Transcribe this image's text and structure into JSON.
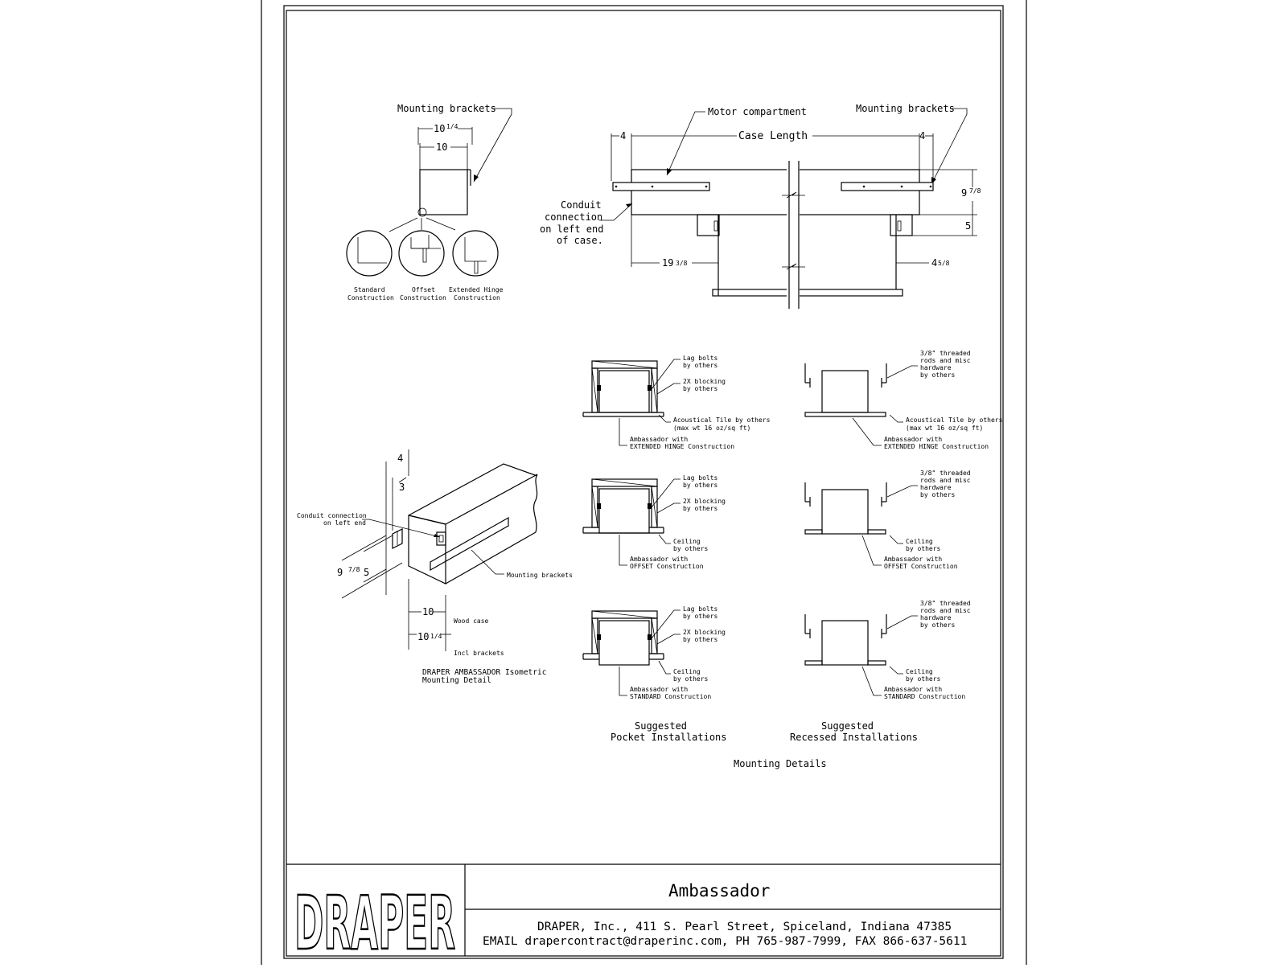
{
  "drawing": {
    "top_left": {
      "mounting_brackets": "Mounting brackets",
      "dim_outer": "10",
      "dim_outer_frac": "1/4",
      "dim_inner": "10",
      "standard": [
        "Standard",
        "Construction"
      ],
      "offset": [
        "Offset",
        "Construction"
      ],
      "extended": [
        "Extended Hinge",
        "Construction"
      ]
    },
    "side_view": {
      "motor_compartment": "Motor compartment",
      "mounting_brackets": "Mounting brackets",
      "case_length": "Case Length",
      "dim_left_offset": "4",
      "dim_right_offset": "4",
      "conduit": [
        "Conduit",
        "connection",
        "on left end",
        "of case."
      ],
      "dim_height": "9",
      "dim_height_frac": "7/8",
      "dim_lower": "5",
      "dim_left_width": "19",
      "dim_left_width_frac": "3/8",
      "dim_right_width": "4",
      "dim_right_width_frac": "5/8"
    },
    "isometric": {
      "dim_top": "4",
      "dim_mid": "3",
      "conduit": [
        "Conduit connection",
        "on left end"
      ],
      "dim_height": "9",
      "dim_height_frac": "7/8",
      "dim_inner": "5",
      "mounting_brackets": "Mounting brackets",
      "dim_width": "10",
      "dim_width2": "10",
      "dim_width2_frac": "1/4",
      "wood_case": "Wood case",
      "incl_brackets": "Incl brackets",
      "caption": [
        "DRAPER AMBASSADOR Isometric",
        "Mounting Detail"
      ]
    },
    "pocket": {
      "row1": {
        "lag": [
          "Lag bolts",
          "by others"
        ],
        "blocking": [
          "2X blocking",
          "by others"
        ],
        "tile": [
          "Acoustical Tile by others",
          "(max wt 16 oz/sq ft)"
        ],
        "model": [
          "Ambassador with",
          "EXTENDED HINGE Construction"
        ]
      },
      "row2": {
        "lag": [
          "Lag bolts",
          "by others"
        ],
        "blocking": [
          "2X blocking",
          "by others"
        ],
        "ceiling": [
          "Ceiling",
          "by others"
        ],
        "model": [
          "Ambassador with",
          "OFFSET Construction"
        ]
      },
      "row3": {
        "lag": [
          "Lag bolts",
          "by others"
        ],
        "blocking": [
          "2X blocking",
          "by others"
        ],
        "ceiling": [
          "Ceiling",
          "by others"
        ],
        "model": [
          "Ambassador with",
          "STANDARD Construction"
        ]
      },
      "caption": [
        "Suggested",
        "Pocket Installations"
      ]
    },
    "recessed": {
      "row1": {
        "rods": [
          "3/8\" threaded",
          "rods and misc",
          "hardware",
          "by others"
        ],
        "tile": [
          "Acoustical Tile by others",
          "(max wt 16 oz/sq ft)"
        ],
        "model": [
          "Ambassador with",
          "EXTENDED HINGE Construction"
        ]
      },
      "row2": {
        "rods": [
          "3/8\" threaded",
          "rods and misc",
          "hardware",
          "by others"
        ],
        "ceiling": [
          "Ceiling",
          "by others"
        ],
        "model": [
          "Ambassador with",
          "OFFSET Construction"
        ]
      },
      "row3": {
        "rods": [
          "3/8\" threaded",
          "rods and misc",
          "hardware",
          "by others"
        ],
        "ceiling": [
          "Ceiling",
          "by others"
        ],
        "model": [
          "Ambassador with",
          "STANDARD Construction"
        ]
      },
      "caption": [
        "Suggested",
        "Recessed Installations"
      ]
    },
    "mounting_details": "Mounting Details"
  },
  "title_block": {
    "logo": "DRAPER",
    "product": "Ambassador",
    "address": "DRAPER, Inc., 411 S. Pearl Street, Spiceland, Indiana 47385",
    "contact": "EMAIL drapercontract@draperinc.com, PH 765-987-7999, FAX 866-637-5611"
  }
}
